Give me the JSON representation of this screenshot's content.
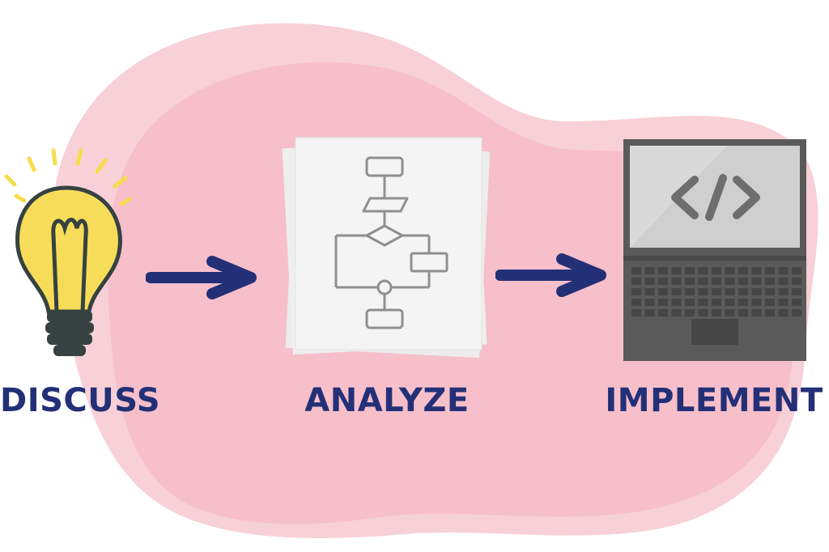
{
  "colors": {
    "blob_outer": "#f8d0d7",
    "blob_inner": "#f6bfca",
    "text": "#233077",
    "arrow": "#233077",
    "bulb": "#f7dc59",
    "bulb_base": "#354241",
    "rays": "#f5dd4c",
    "paper": "#f2f2f2",
    "flowchart_stroke": "#8f8f8f",
    "laptop_body": "#5a5a5a",
    "laptop_screen": "#d9d9d9",
    "code_symbol": "#6e6e6e"
  },
  "steps": [
    {
      "label": "DISCUSS",
      "icon": "lightbulb-icon"
    },
    {
      "label": "ANALYZE",
      "icon": "flowchart-document-icon"
    },
    {
      "label": "IMPLEMENT",
      "icon": "laptop-code-icon"
    }
  ],
  "screen_text": "</>"
}
